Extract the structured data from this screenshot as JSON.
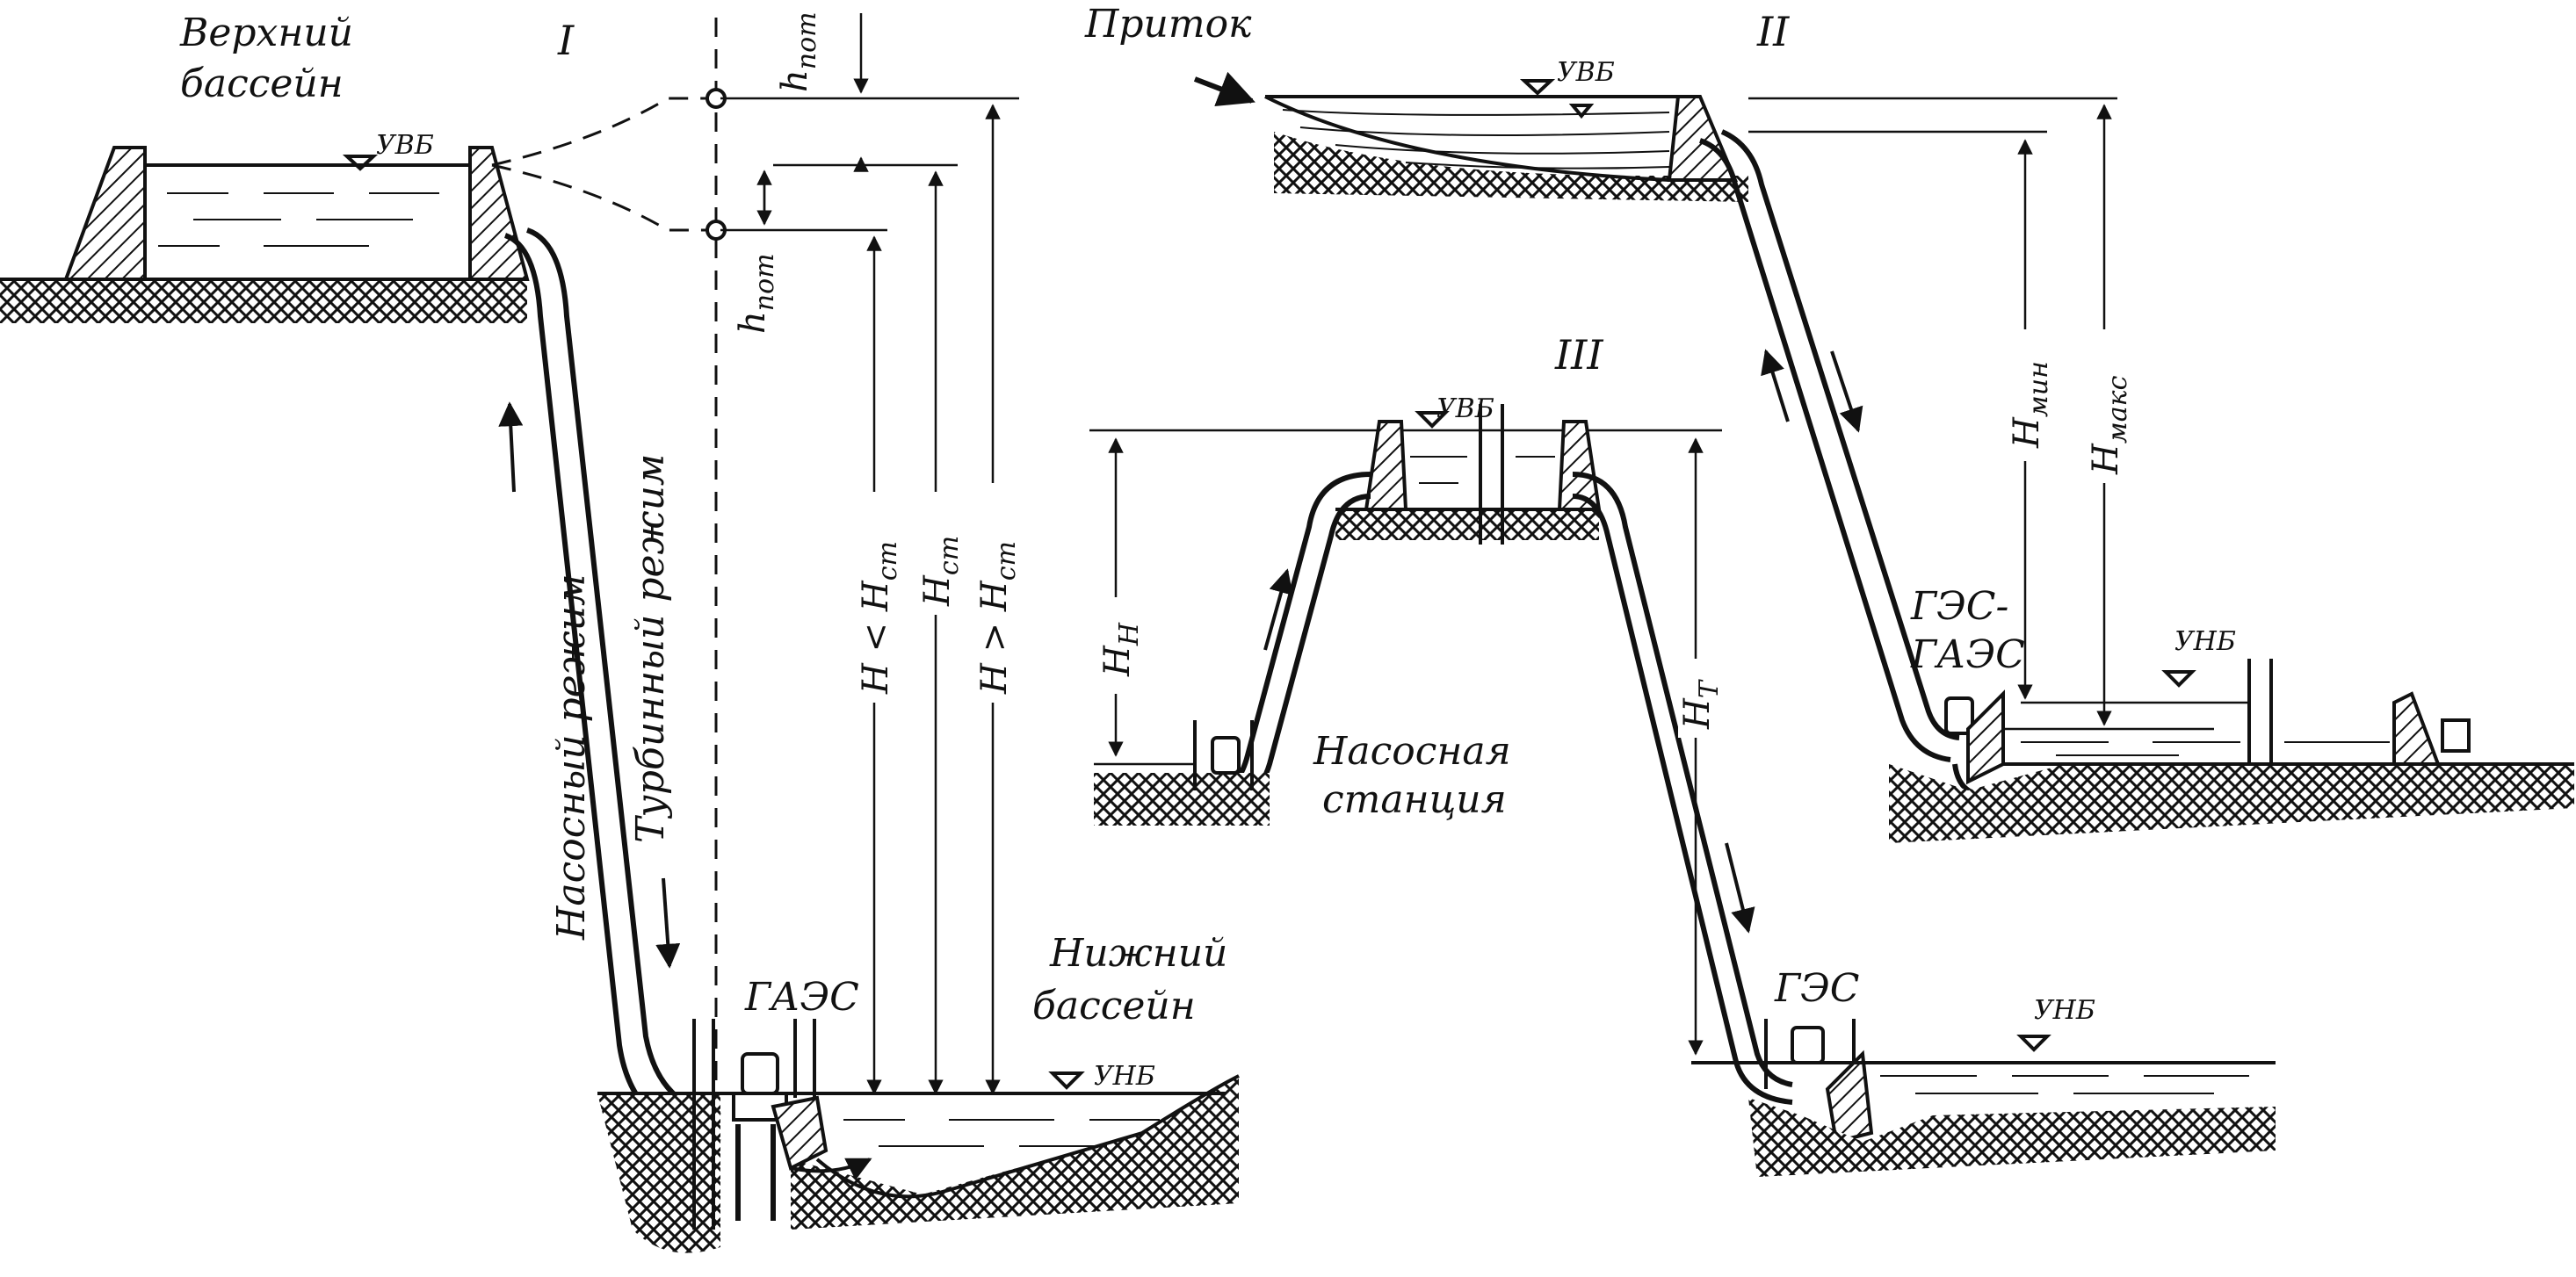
{
  "schemes": {
    "s1": {
      "numeral": "I",
      "upper_basin": [
        "Верхний",
        "бассейн"
      ],
      "lower_basin": [
        "Нижний",
        "бассейн"
      ],
      "uvb": "УВБ",
      "unb": "УНБ",
      "station": "ГАЭС",
      "pump_mode": "Насосный режим",
      "turbine_mode": "Турбинный режим",
      "h_loss_sym": "h",
      "h_loss_sub": "пот",
      "head_less": "H < H",
      "head_equal": "H",
      "head_greater": "H > H",
      "head_sub": "ст"
    },
    "s2": {
      "numeral": "II",
      "inflow": "Приток",
      "uvb": "УВБ",
      "unb": "УНБ",
      "station_line1": "ГЭС-",
      "station_line2": "ГАЭС",
      "h_min_sym": "H",
      "h_min_sub": "мин",
      "h_max_sym": "H",
      "h_max_sub": "макс"
    },
    "s3": {
      "numeral": "III",
      "uvb": "УВБ",
      "unb": "УНБ",
      "pump_station": [
        "Насосная",
        "станция"
      ],
      "hydro_station": "ГЭС",
      "h_n_sym": "H",
      "h_n_sub": "Н",
      "h_t_sym": "H",
      "h_t_sub": "Т"
    }
  }
}
